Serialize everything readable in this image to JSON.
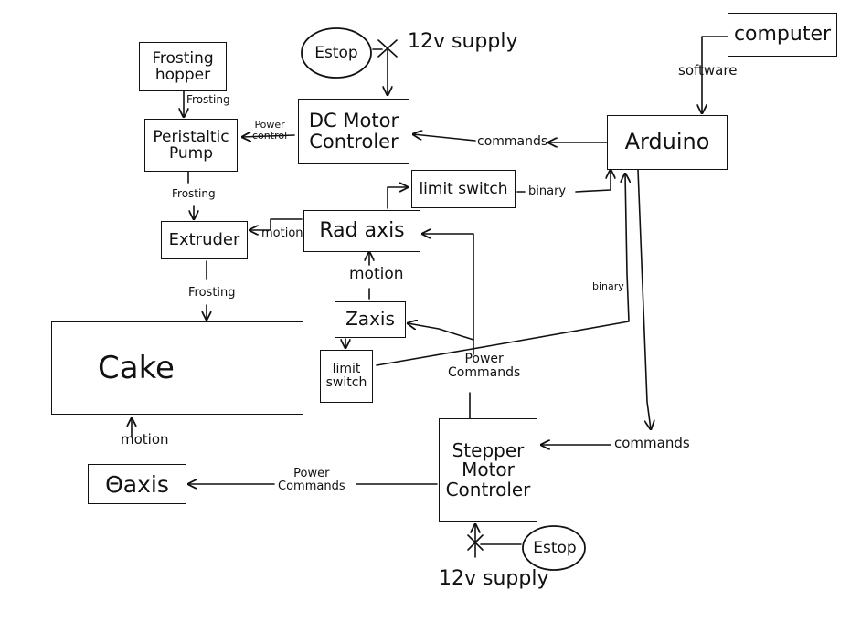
{
  "nodes": {
    "computer": "computer",
    "arduino": "Arduino",
    "frosting_hopper": "Frosting\nhopper",
    "peristaltic_pump": "Peristaltic\nPump",
    "dc_motor_controller": "DC Motor\nControler",
    "limit_switch_top": "limit switch",
    "extruder": "Extruder",
    "rad_axis": "Rad axis",
    "z_axis": "Zaxis",
    "limit_switch_bottom": "limit\nswitch",
    "cake": "Cake",
    "theta_axis": "Θaxis",
    "stepper_motor_controller": "Stepper\nMotor\nControler",
    "estop_top": "Estop",
    "estop_bottom": "Estop",
    "supply_top": "12v supply",
    "supply_bottom": "12v supply"
  },
  "edge_labels": {
    "software": "software",
    "commands_dc": "commands",
    "binary_top": "binary",
    "binary_side": "binary",
    "commands_stepper": "commands",
    "frosting_1": "Frosting",
    "frosting_2": "Frosting",
    "frosting_3": "Frosting",
    "power_control": "Power\ncontrol",
    "motion_extruder": "motion",
    "motion_z": "motion",
    "motion_cake": "motion",
    "power_commands_mid": "Power\nCommands",
    "power_commands_theta": "Power\nCommands"
  }
}
